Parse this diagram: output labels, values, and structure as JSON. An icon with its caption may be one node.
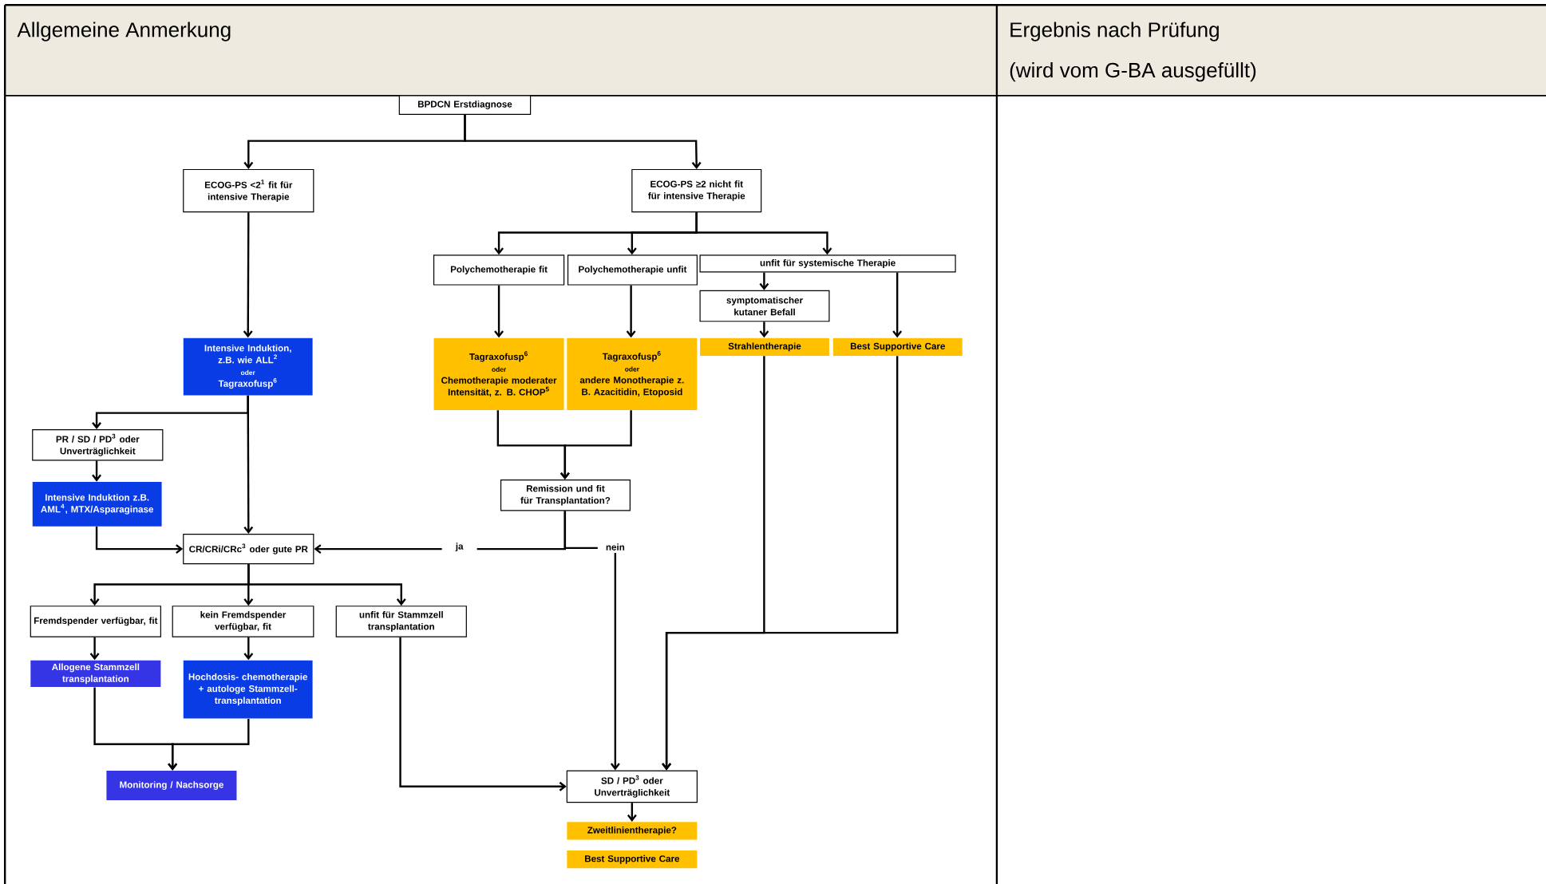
{
  "diagram": {
    "nodes": [
      {
        "text": [
          "BPDCN Erstdiagnose"
        ]
      },
      {
        "text": [
          "ECOG-PS <2$^{1}$ fit für intensive Therapie"
        ]
      },
      {
        "text": [
          "ECOG-PS ≥2 nicht fit für intensive Therapie"
        ]
      },
      {
        "text": [
          "Polychemotherapie fit"
        ]
      },
      {
        "text": [
          "Polychemotherapie unfit"
        ]
      },
      {
        "text": [
          "unfit für systemische Therapie"
        ]
      },
      {
        "text": [
          "symptomatischer kutaner Befall"
        ]
      },
      {
        "text": [
          "Intensive Induktion, z.B. wie ALL$^{2}$",
          "oder",
          "Tagraxofusp$^{6}$"
        ]
      },
      {
        "text": [
          "Tagraxofusp$^{6}$",
          "oder",
          "Chemotherapie moderater Intensität, z. B. CHOP$^{5}$"
        ]
      },
      {
        "text": [
          "Tagraxofusp$^{6}$",
          "oder",
          "andere Monotherapie z. B. Azacitidin, Etoposid"
        ]
      },
      {
        "text": [
          "Strahlentherapie"
        ]
      },
      {
        "text": [
          "Best Supportive Care"
        ]
      },
      {
        "text": [
          "PR / SD / PD$^{3}$ oder Unverträglichkeit"
        ]
      },
      {
        "text": [
          "Intensive Induktion z.B. AML$^{4}$, MTX/Asparaginase"
        ]
      },
      {
        "text": [
          "Remission und fit für Transplantation?"
        ]
      },
      {
        "text": [
          "CR/CRi/CRc$^{3}$ oder gute PR"
        ]
      },
      {
        "text": [
          "Fremdspender verfügbar, fit"
        ]
      },
      {
        "text": [
          "kein Fremdspender verfügbar, fit"
        ]
      },
      {
        "text": [
          "unfit für Stammzell transplantation"
        ]
      },
      {
        "text": [
          "Allogene Stammzell transplantation"
        ]
      },
      {
        "text": [
          "Hochdosis- chemotherapie + autologe Stammzell- transplantation"
        ]
      },
      {
        "text": [
          "Monitoring / Nachsorge"
        ]
      },
      {
        "text": [
          "SD / PD$^{3}$ oder Unverträglichkeit"
        ]
      },
      {
        "text": [
          "Zweitlinientherapie?"
        ]
      },
      {
        "text": [
          "Best Supportive Care"
        ]
      }
    ],
    "edges": [
      {
        "from": 0,
        "to": 1,
        "arrow": "to"
      },
      {
        "from": 0,
        "to": 2,
        "arrow": "to"
      },
      {
        "from": 1,
        "to": 7,
        "arrow": "to"
      },
      {
        "from": 2,
        "to": 3,
        "arrow": "to"
      },
      {
        "from": 2,
        "to": 4,
        "arrow": "to"
      },
      {
        "from": 2,
        "to": 5,
        "arrow": "to"
      },
      {
        "from": 3,
        "to": 8,
        "arrow": "to"
      },
      {
        "from": 4,
        "to": 9,
        "arrow": "to"
      },
      {
        "from": 5,
        "to": 6,
        "arrow": "to"
      },
      {
        "from": 5,
        "to": 11,
        "arrow": "to"
      },
      {
        "from": 6,
        "to": 10,
        "arrow": "to"
      },
      {
        "from": 7,
        "to": 12,
        "arrow": "to"
      },
      {
        "from": 7,
        "to": 15,
        "arrow": "to"
      },
      {
        "from": 12,
        "to": 13,
        "arrow": "to"
      },
      {
        "from": 13,
        "to": 15,
        "arrow": "to"
      },
      {
        "from": 8,
        "to": 14,
        "arrow": "to"
      },
      {
        "from": 9,
        "to": 14,
        "arrow": "to"
      },
      {
        "from": 14,
        "to": 15,
        "arrow": "to",
        "label": "ja"
      },
      {
        "from": 14,
        "to": 22,
        "arrow": "to",
        "label": "nein"
      },
      {
        "from": 15,
        "to": 16,
        "arrow": "to"
      },
      {
        "from": 15,
        "to": 17,
        "arrow": "to"
      },
      {
        "from": 15,
        "to": 18,
        "arrow": "to"
      },
      {
        "from": 16,
        "to": 19,
        "arrow": "to"
      },
      {
        "from": 17,
        "to": 20,
        "arrow": "to"
      },
      {
        "from": 19,
        "to": 21,
        "arrow": "to"
      },
      {
        "from": 20,
        "to": 21,
        "arrow": "to"
      },
      {
        "from": 18,
        "to": 22,
        "arrow": "to"
      },
      {
        "from": 10,
        "to": 22,
        "arrow": "to"
      },
      {
        "from": 11,
        "to": 22,
        "arrow": "to"
      },
      {
        "from": 22,
        "to": 23,
        "arrow": "to"
      }
    ],
    "labels": [
      "Allgemeine Anmerkung",
      "Ergebnis nach Prüfung",
      "(wird vom G-BA ausgefüllt)"
    ]
  }
}
